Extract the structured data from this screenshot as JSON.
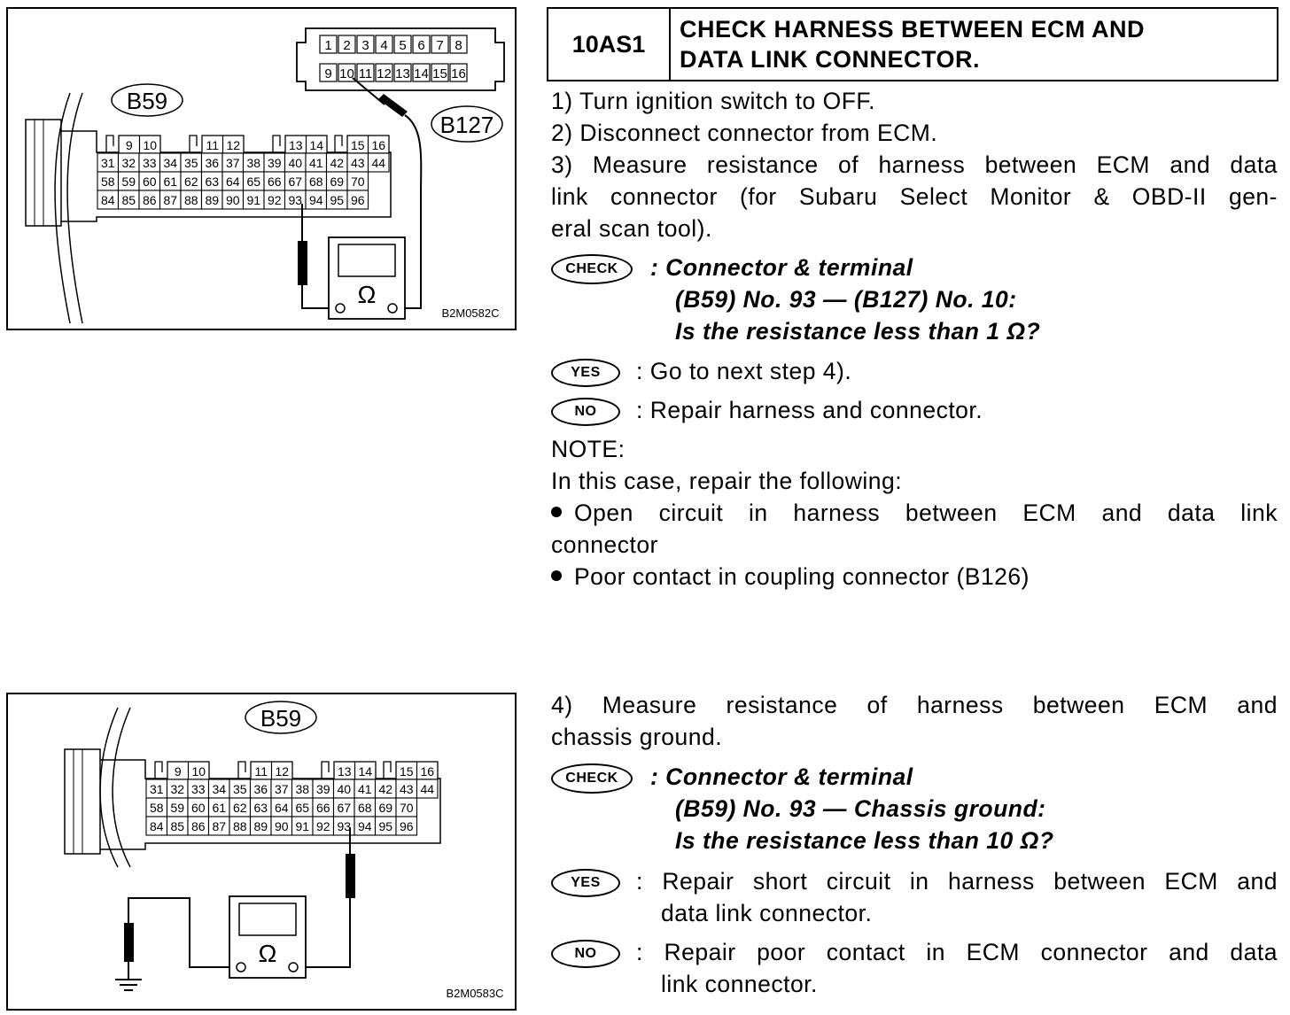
{
  "figure1": {
    "connector_label": "B59",
    "dlc_label": "B127",
    "caption": "B2M0582C",
    "dlc_top_pins": [
      "1",
      "2",
      "3",
      "4",
      "5",
      "6",
      "7",
      "8"
    ],
    "dlc_bottom_pins": [
      "9",
      "10",
      "11",
      "12",
      "13",
      "14",
      "15",
      "16"
    ]
  },
  "figure2": {
    "connector_label": "B59",
    "caption": "B2M0583C"
  },
  "ecm_connector": {
    "top_groups": [
      [
        "9",
        "10"
      ],
      [
        "11",
        "12"
      ],
      [
        "13",
        "14"
      ],
      [
        "15",
        "16"
      ]
    ],
    "rows": [
      [
        "31",
        "32",
        "33",
        "34",
        "35",
        "36",
        "37",
        "38",
        "39",
        "40",
        "41",
        "42",
        "43",
        "44"
      ],
      [
        "58",
        "59",
        "60",
        "61",
        "62",
        "63",
        "64",
        "65",
        "66",
        "67",
        "68",
        "69",
        "70"
      ],
      [
        "84",
        "85",
        "86",
        "87",
        "88",
        "89",
        "90",
        "91",
        "92",
        "93",
        "94",
        "95",
        "96"
      ]
    ]
  },
  "ohm_symbol": "Ω",
  "step": {
    "code": "10AS1",
    "title_line1": "CHECK HARNESS BETWEEN ECM AND",
    "title_line2": "DATA LINK CONNECTOR."
  },
  "section1": {
    "item1": "1)  Turn ignition switch to OFF.",
    "item2": "2)  Disconnect connector from ECM.",
    "item3_line1": "3)  Measure resistance of harness between ECM and data",
    "item3_line2": "link connector (for Subaru Select Monitor & OBD-II gen-",
    "item3_line3": "eral scan tool).",
    "check_badge": "CHECK",
    "check_line1": ":  Connector & terminal",
    "check_line2": "(B59) No. 93 — (B127) No. 10:",
    "check_line3": "Is the resistance less than 1 Ω?",
    "yes_badge": "YES",
    "yes_text": ":  Go to next step 4).",
    "no_badge": "NO",
    "no_text": ":  Repair harness and connector.",
    "note_label": "NOTE:",
    "note_intro": "In this case, repair the following:",
    "bullet1_line1": "Open circuit in harness between ECM and data link",
    "bullet1_line2": "connector",
    "bullet2": "Poor contact in coupling connector (B126)"
  },
  "section2": {
    "item4_line1": "4) Measure resistance of harness between ECM and",
    "item4_line2": "chassis ground.",
    "check_badge": "CHECK",
    "check_line1": ":  Connector & terminal",
    "check_line2": "(B59) No. 93 — Chassis ground:",
    "check_line3": "Is the resistance less than 10 Ω?",
    "yes_badge": "YES",
    "yes_line1": ":  Repair short circuit in harness between ECM and",
    "yes_line2": "data link connector.",
    "no_badge": "NO",
    "no_line1": ":  Repair poor contact in ECM connector and data",
    "no_line2": "link connector."
  }
}
